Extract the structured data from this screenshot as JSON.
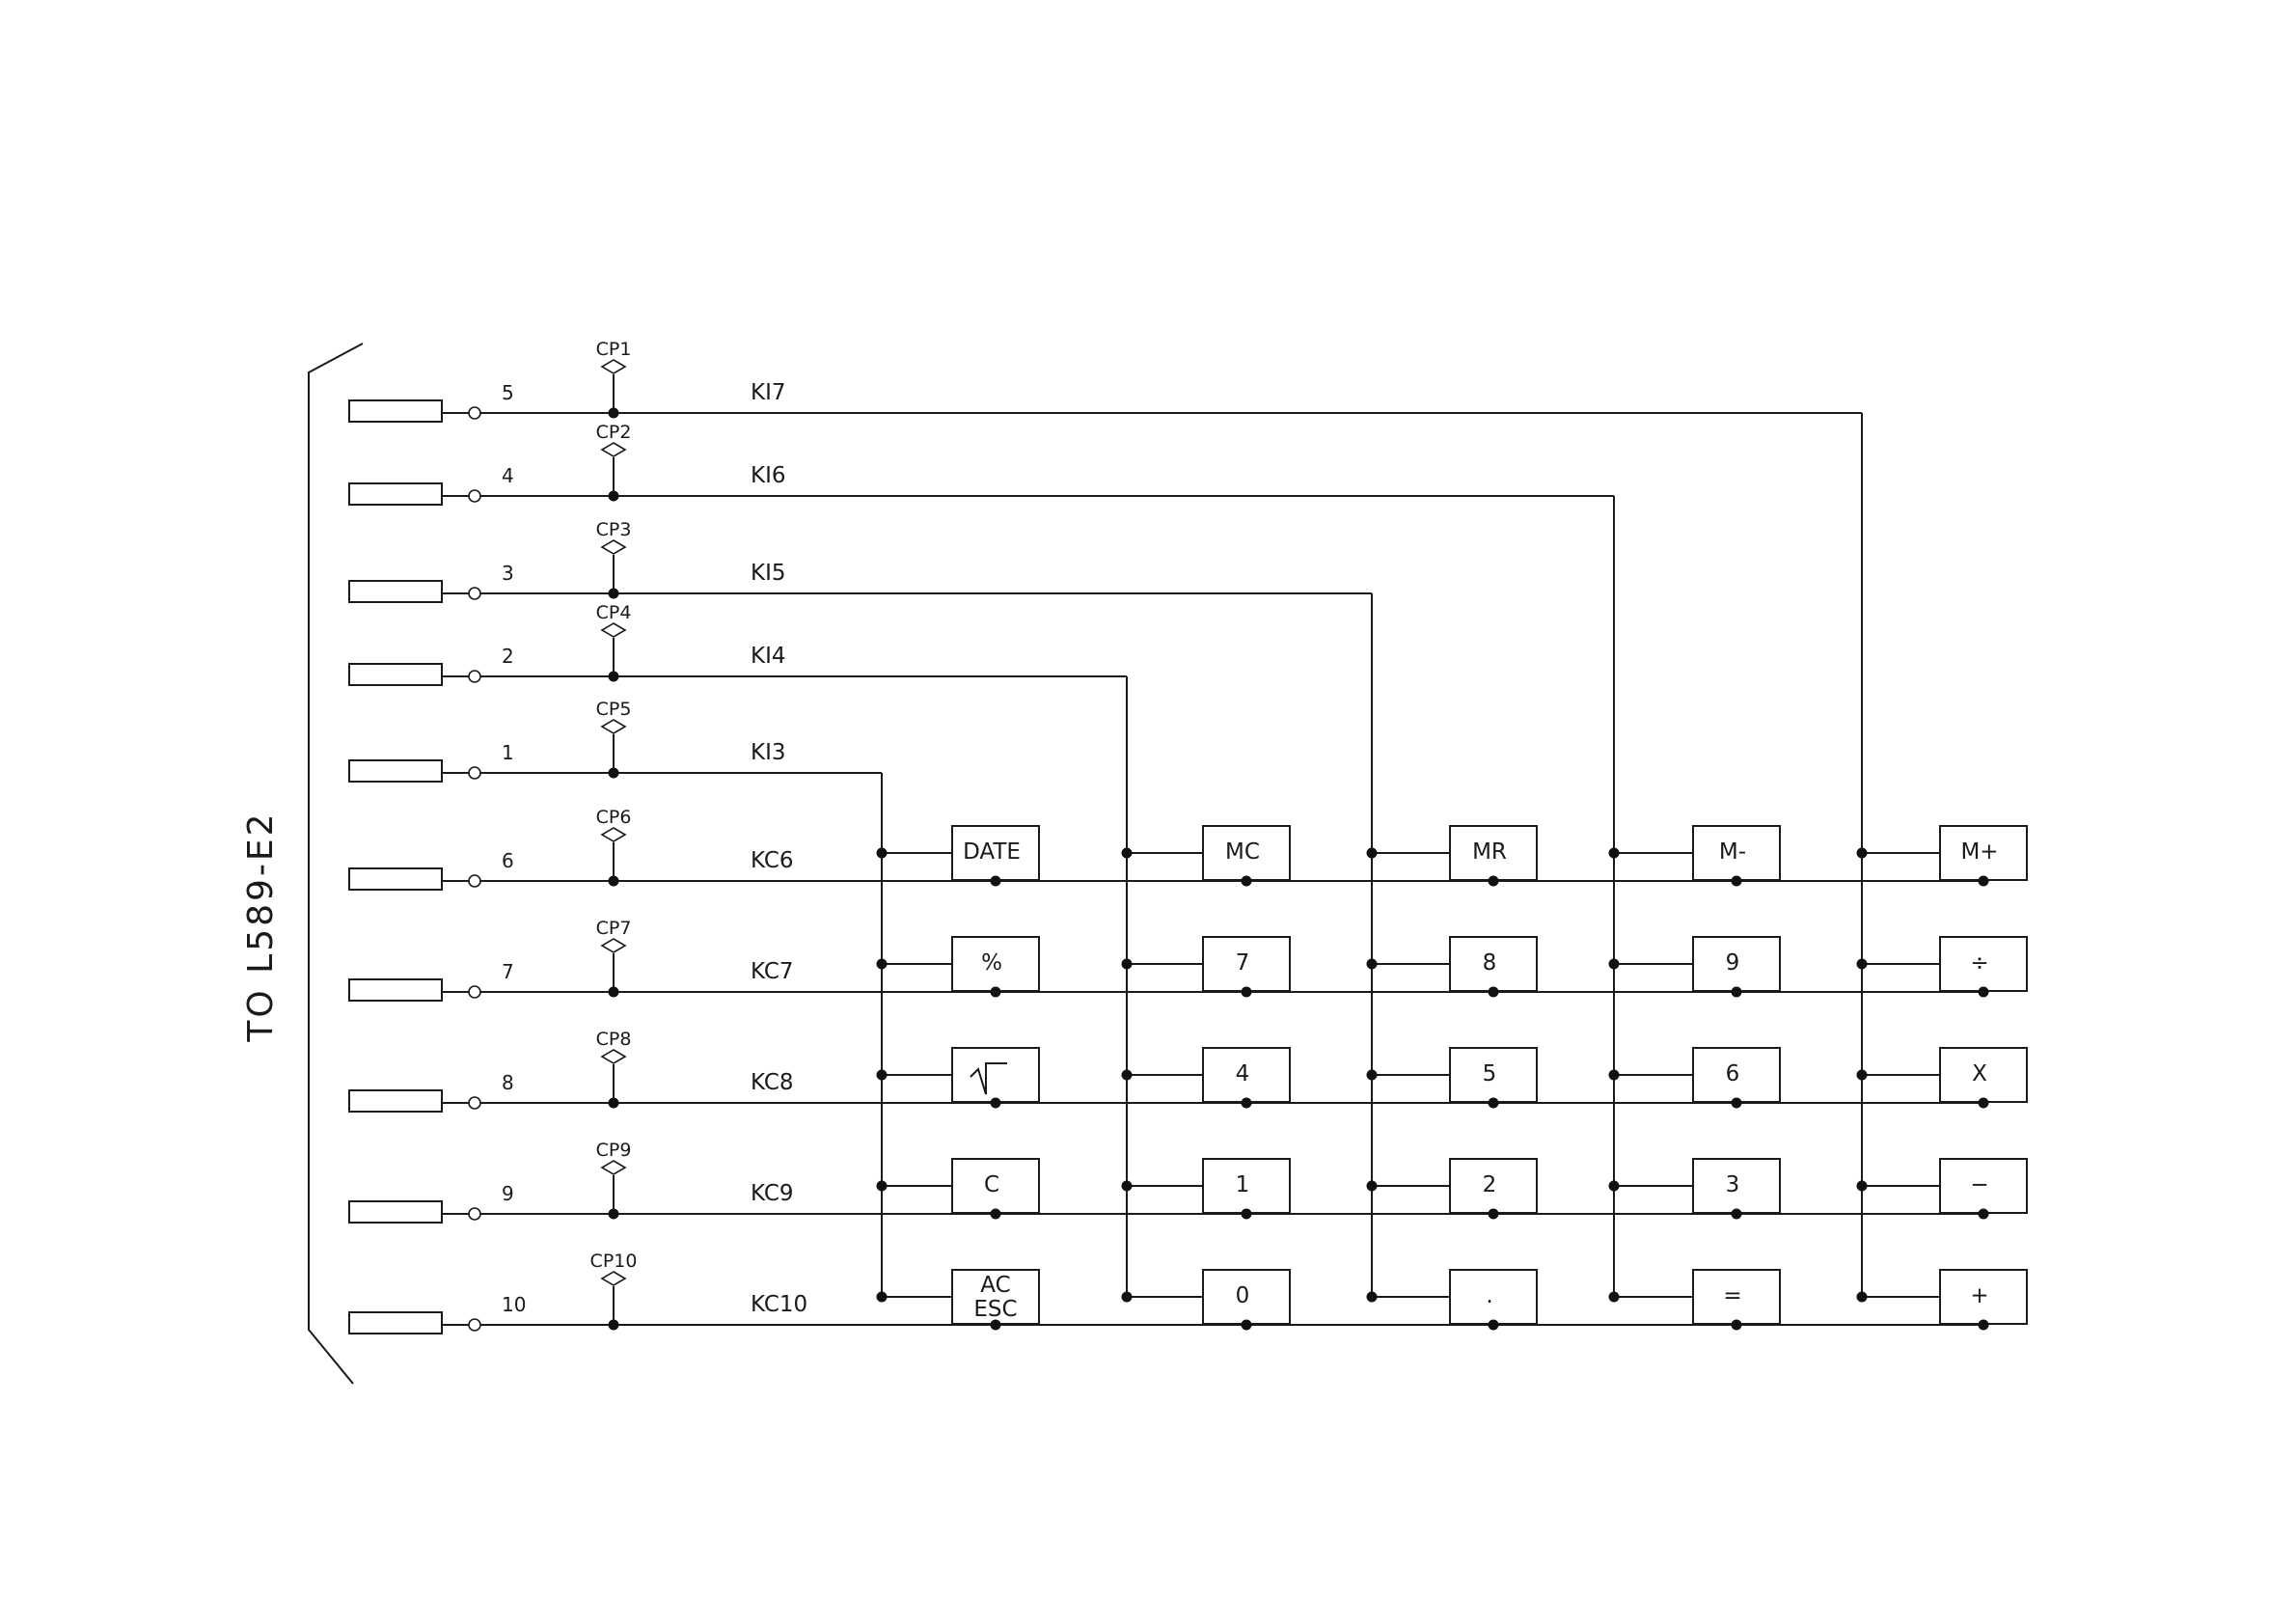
{
  "connector_label": "TO L589-E2",
  "rows": [
    {
      "id": "KI7",
      "pin": "5",
      "cp": "CP1",
      "type": "in"
    },
    {
      "id": "KI6",
      "pin": "4",
      "cp": "CP2",
      "type": "in"
    },
    {
      "id": "KI5",
      "pin": "3",
      "cp": "CP3",
      "type": "in"
    },
    {
      "id": "KI4",
      "pin": "2",
      "cp": "CP4",
      "type": "in"
    },
    {
      "id": "KI3",
      "pin": "1",
      "cp": "CP5",
      "type": "in"
    },
    {
      "id": "KC6",
      "pin": "6",
      "cp": "CP6",
      "type": "out"
    },
    {
      "id": "KC7",
      "pin": "7",
      "cp": "CP7",
      "type": "out"
    },
    {
      "id": "KC8",
      "pin": "8",
      "cp": "CP8",
      "type": "out"
    },
    {
      "id": "KC9",
      "pin": "9",
      "cp": "CP9",
      "type": "out"
    },
    {
      "id": "KC10",
      "pin": "10",
      "cp": "CP10",
      "type": "out"
    }
  ],
  "columns": [
    "KI3",
    "KI4",
    "KI5",
    "KI6",
    "KI7"
  ],
  "keys": [
    [
      "DATE",
      "MC",
      "MR",
      "M-",
      "M+"
    ],
    [
      "%",
      "7",
      "8",
      "9",
      "÷"
    ],
    [
      "√",
      "4",
      "5",
      "6",
      "X"
    ],
    [
      "C",
      "1",
      "2",
      "3",
      "−"
    ],
    [
      "AC\nESC",
      "0",
      ".",
      "=",
      "+"
    ]
  ]
}
